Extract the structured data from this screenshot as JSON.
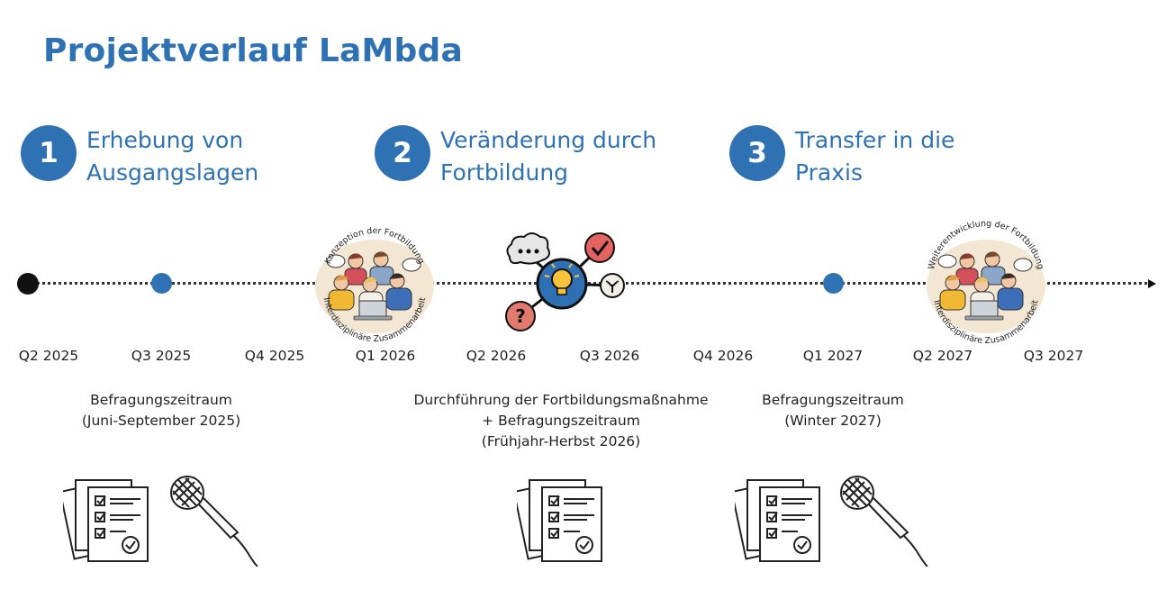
{
  "title": "Projektverlauf LaMbda",
  "phases": [
    {
      "number": "1",
      "text": "Erhebung von\nAusgangslagen"
    },
    {
      "number": "2",
      "text": "Veränderung durch\nFortbildung"
    },
    {
      "number": "3",
      "text": "Transfer in die\nPraxis"
    }
  ],
  "timeline": {
    "quarters": [
      "Q2 2025",
      "Q3 2025",
      "Q4 2025",
      "Q1 2026",
      "Q2 2026",
      "Q3 2026",
      "Q4 2026",
      "Q1 2027",
      "Q2 2027",
      "Q3 2027"
    ]
  },
  "milestones": {
    "conception": {
      "label_top": "Konzeption der Fortbildung",
      "label_bottom": "Interdisziplinäre Zusammenarbeit"
    },
    "development": {
      "label_top": "Weiterentwicklung der Fortbildung",
      "label_bottom": "Interdisziplinäre Zusammenarbeit"
    }
  },
  "surveys": [
    {
      "lines": [
        "Befragungszeitraum",
        "(Juni-September 2025)"
      ]
    },
    {
      "lines": [
        "Durchführung der Fortbildungsmaßnahme",
        "+ Befragungszeitraum",
        "(Frühjahr-Herbst 2026)"
      ]
    },
    {
      "lines": [
        "Befragungszeitraum",
        "(Winter 2027)"
      ]
    }
  ],
  "icons": [
    "questionnaire-icon",
    "microphone-icon",
    "idea-network-icon",
    "team-collaboration-icon"
  ],
  "colors": {
    "accent": "#2f72b3",
    "illustration_bg": "#f3e6d3"
  }
}
